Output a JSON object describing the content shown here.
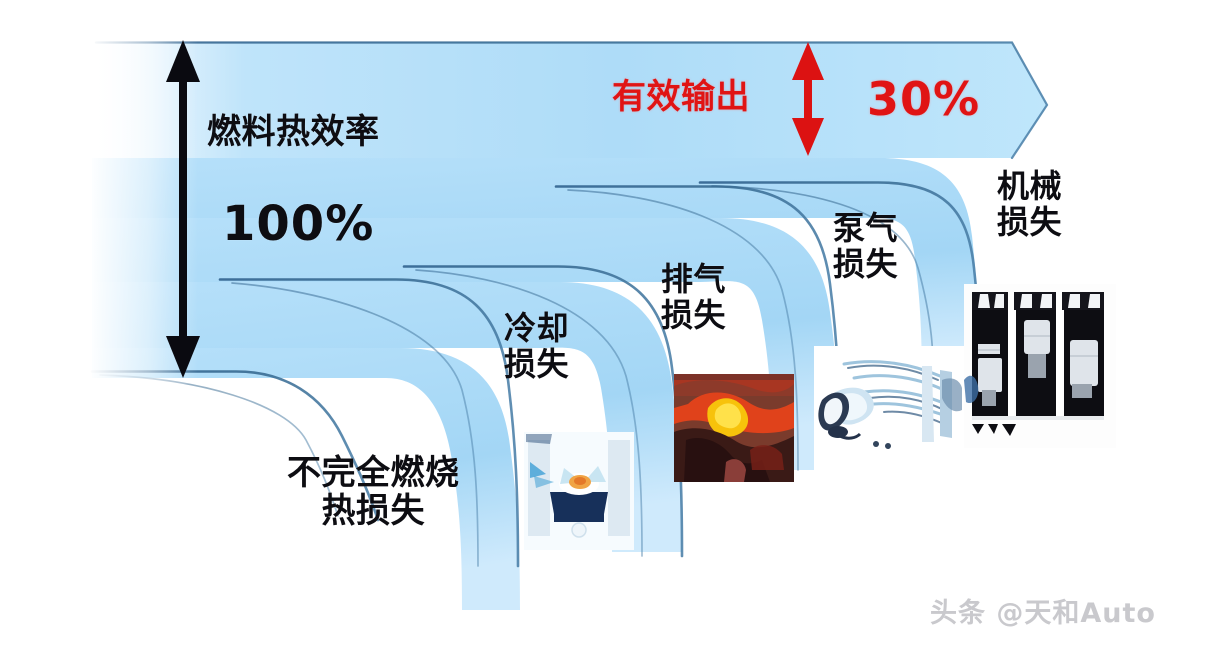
{
  "diagram": {
    "title": "燃料热效率",
    "total_label": "100%",
    "output_label": "有效输出",
    "output_value": "30%",
    "losses": [
      {
        "id": "incomplete",
        "label": "不完全燃烧\n热损失"
      },
      {
        "id": "cooling",
        "label": "冷却\n损失"
      },
      {
        "id": "exhaust",
        "label": "排气\n损失"
      },
      {
        "id": "pumping",
        "label": "泵气\n损失"
      },
      {
        "id": "mechanical",
        "label": "机械\n损失"
      }
    ]
  },
  "colors": {
    "band_light": "#bfe4fa",
    "band_mid": "#a9d8f6",
    "band_deep": "#8fc9ef",
    "stroke_blue": "#2a5b86",
    "red_accent": "#e01414",
    "black_arrow": "#0a0a10",
    "watermark": "#c9c9cd",
    "background": "#ffffff"
  },
  "watermark": {
    "text": "头条 @天和Auto"
  },
  "chart_data": {
    "type": "bar",
    "title": "燃料热效率",
    "categories": [
      "燃料热效率",
      "不完全燃烧热损失",
      "冷却损失",
      "排气损失",
      "泵气损失",
      "机械损失",
      "有效输出"
    ],
    "values": [
      100,
      null,
      null,
      null,
      null,
      null,
      30
    ],
    "labels": [
      "100%",
      "",
      "",
      "",
      "",
      "",
      "30%"
    ],
    "xlabel": "",
    "ylabel": "",
    "ylim": [
      0,
      100
    ],
    "grid": false,
    "legend": "none",
    "annotations": [
      {
        "text": "燃料热效率",
        "value": "100%"
      },
      {
        "text": "有效输出",
        "value": "30%"
      }
    ]
  }
}
